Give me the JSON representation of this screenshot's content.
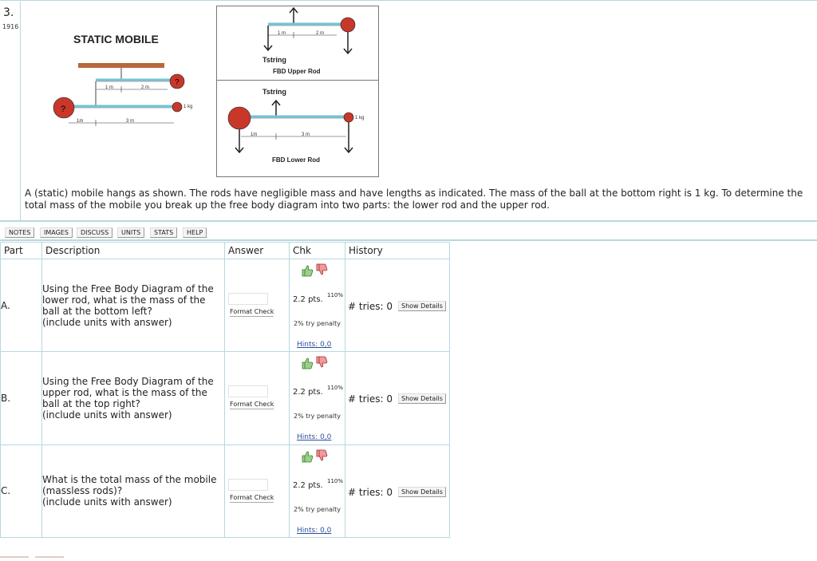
{
  "problem": {
    "number": "3.",
    "id": "1916",
    "title": "STATIC MOBILE",
    "statement": "A (static) mobile hangs as shown. The rods have negligible mass and have lengths as indicated. The mass of the ball at the bottom right is 1 kg. To determine the total mass of the mobile you break up the free body diagram into two parts: the lower rod and the upper rod."
  },
  "diagram": {
    "unknown_mark": "?",
    "upper_left_len": "1 m",
    "upper_right_len": "2 m",
    "lower_left_len": "1m",
    "lower_right_len": "3 m",
    "ball_mass": "1 kg",
    "colors": {
      "rod": "#6ec6d6",
      "ball": "#c8372a",
      "ceiling": "#b8683a"
    }
  },
  "fbd": {
    "upper_left_len": "1 m",
    "upper_right_len": "2 m",
    "tension_upper": "Tstring",
    "upper_label": "FBD Upper Rod",
    "tension_lower": "Tstring",
    "lower_left_len": "1m",
    "lower_right_len": "3 m",
    "ball_mass": "1 kg",
    "lower_label": "FBD Lower Rod"
  },
  "toolbar": [
    "NOTES",
    "IMAGES",
    "DISCUSS",
    "UNITS",
    "STATS",
    "HELP"
  ],
  "table": {
    "headers": {
      "part": "Part",
      "description": "Description",
      "answer": "Answer",
      "chk": "Chk",
      "history": "History"
    },
    "rows": [
      {
        "part": "A.",
        "lines": [
          "Using the Free Body Diagram of the",
          "lower rod, what is the mass of the",
          "ball at the bottom left?",
          "(include units with answer)"
        ],
        "format_check": "Format Check",
        "pts": "2.2 pts.",
        "pct": "110%",
        "penalty": "2% try penalty",
        "hints": "Hints: 0,0",
        "tries": "# tries: 0",
        "show_details": "Show Details"
      },
      {
        "part": "B.",
        "lines": [
          "Using the Free Body Diagram of the",
          "upper rod, what is the mass of the",
          "ball at the top right?",
          "(include units with answer)"
        ],
        "format_check": "Format Check",
        "pts": "2.2 pts.",
        "pct": "110%",
        "penalty": "2% try penalty",
        "hints": "Hints: 0,0",
        "tries": "# tries: 0",
        "show_details": "Show Details"
      },
      {
        "part": "C.",
        "lines": [
          "What is the total mass of the mobile",
          "(massless rods)?",
          "(include units with answer)"
        ],
        "format_check": "Format Check",
        "pts": "2.2 pts.",
        "pct": "110%",
        "penalty": "2% try penalty",
        "hints": "Hints: 0,0",
        "tries": "# tries: 0",
        "show_details": "Show Details"
      }
    ]
  }
}
